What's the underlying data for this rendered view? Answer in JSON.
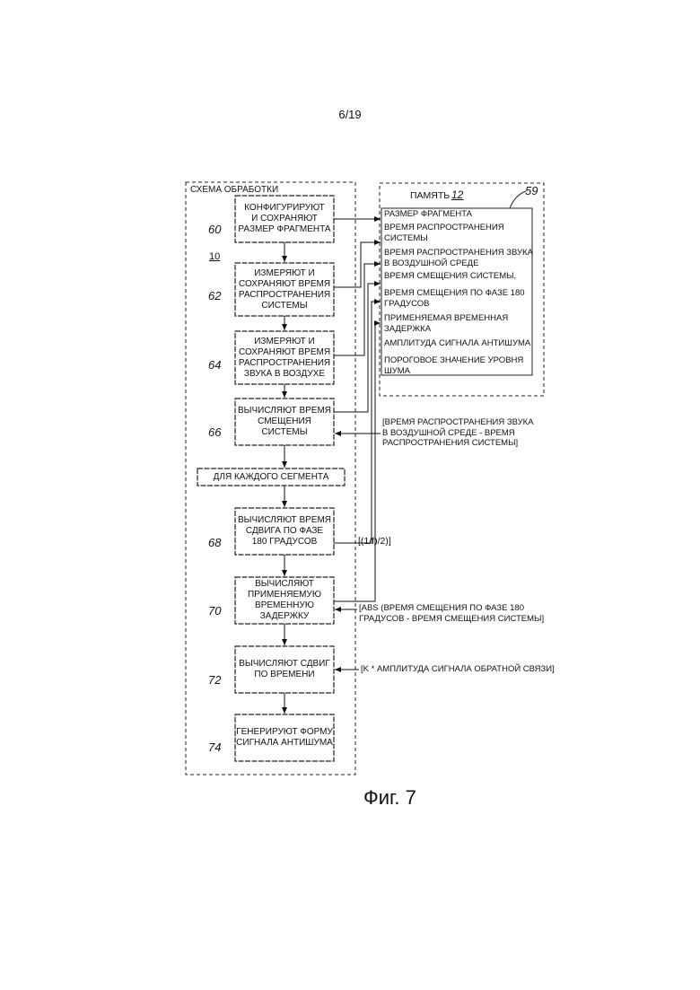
{
  "page_number": "6/19",
  "processing_circuit": {
    "label": "СХЕМА ОБРАБОТКИ",
    "ref": "10"
  },
  "memory": {
    "label": "ПАМЯТЬ",
    "ref": "12",
    "block_ref": "59",
    "items": [
      "РАЗМЕР ФРАГМЕНТА",
      "ВРЕМЯ РАСПРОСТРАНЕНИЯ\nСИСТЕМЫ",
      "ВРЕМЯ РАСПРОСТРАНЕНИЯ ЗВУКА\nВ ВОЗДУШНОЙ СРЕДЕ",
      "ВРЕМЯ СМЕЩЕНИЯ СИСТЕМЫ,",
      "ВРЕМЯ СМЕЩЕНИЯ ПО ФАЗЕ 180\nГРАДУСОВ",
      "ПРИМЕНЯЕМАЯ ВРЕМЕННАЯ\nЗАДЕРЖКА",
      "АМПЛИТУДА СИГНАЛА АНТИШУМА",
      "ПОРОГОВОЕ ЗНАЧЕНИЕ УРОВНЯ\nШУМА"
    ]
  },
  "steps": [
    {
      "ref": "60",
      "text": "КОНФИГУРИРУЮТ\nИ СОХРАНЯЮТ\nРАЗМЕР ФРАГМЕНТА"
    },
    {
      "ref": "62",
      "text": "ИЗМЕРЯЮТ И\nСОХРАНЯЮТ ВРЕМЯ\nРАСПРОСТРАНЕНИЯ\nСИСТЕМЫ"
    },
    {
      "ref": "64",
      "text": "ИЗМЕРЯЮТ И\nСОХРАНЯЮТ ВРЕМЯ\nРАСПРОСТРАНЕНИЯ\nЗВУКА В ВОЗДУХЕ"
    },
    {
      "ref": "66",
      "text": "ВЫЧИСЛЯЮТ ВРЕМЯ\nСМЕЩЕНИЯ\nСИСТЕМЫ"
    },
    {
      "ref": "68",
      "text": "ВЫЧИСЛЯЮТ ВРЕМЯ\nСДВИГА ПО ФАЗЕ\n180 ГРАДУСОВ"
    },
    {
      "ref": "70",
      "text": "ВЫЧИСЛЯЮТ\nПРИМЕНЯЕМУЮ\nВРЕМЕННУЮ\nЗАДЕРЖКУ"
    },
    {
      "ref": "72",
      "text": "ВЫЧИСЛЯЮТ СДВИГ\nПО ВРЕМЕНИ"
    },
    {
      "ref": "74",
      "text": "ГЕНЕРИРУЮТ ФОРМУ\nСИГНАЛА АНТИШУМА"
    }
  ],
  "loop_label": "ДЛЯ КАЖДОГО СЕГМЕНТА",
  "formulas": {
    "system_offset": "[ВРЕМЯ РАСПРОСТРАНЕНИЯ ЗВУКА\nВ ВОЗДУШНОЙ СРЕДЕ - ВРЕМЯ\nРАСПРОСТРАНЕНИЯ СИСТЕМЫ]",
    "phase_shift": "[(1/f)/2)]",
    "delay": "[ABS (ВРЕМЯ СМЕЩЕНИЯ ПО ФАЗЕ 180\nГРАДУСОВ - ВРЕМЯ СМЕЩЕНИЯ СИСТЕМЫ]",
    "time_shift": "[K * АМПЛИТУДА СИГНАЛА ОБРАТНОЙ СВЯЗИ]"
  },
  "figure_caption": "Фиг. 7"
}
